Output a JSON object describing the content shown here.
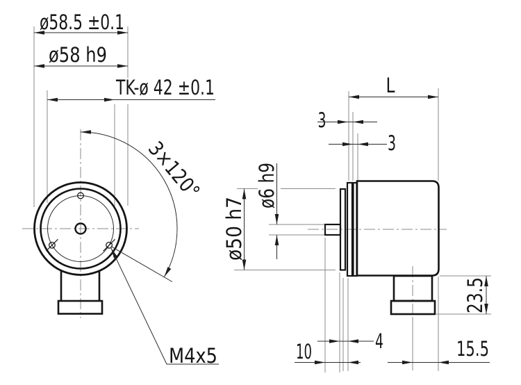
{
  "front_view": {
    "dim_outer_flange": "ø58.5 ±0.1",
    "dim_body_diameter": "ø58 h9",
    "dim_bolt_circle": "TK-ø 42 ±0.1",
    "dim_hole_pattern_angle": "3×120°",
    "thread_label": "M4x5"
  },
  "side_view": {
    "dim_housing_length": "L",
    "dim_flange_thickness_1": "3",
    "dim_flange_thickness_2": "3",
    "dim_shaft_diameter": "ø6 h9",
    "dim_spigot_diameter": "ø50 h7",
    "dim_connector_height": "23.5",
    "dim_shaft_length": "10",
    "dim_spigot_depth": "4",
    "dim_connector_offset": "15.5"
  },
  "colors": {
    "outline": "#141414",
    "dimension_line": "#2b2b2b",
    "extension_line": "#8a8a8a",
    "background": "#ffffff"
  }
}
